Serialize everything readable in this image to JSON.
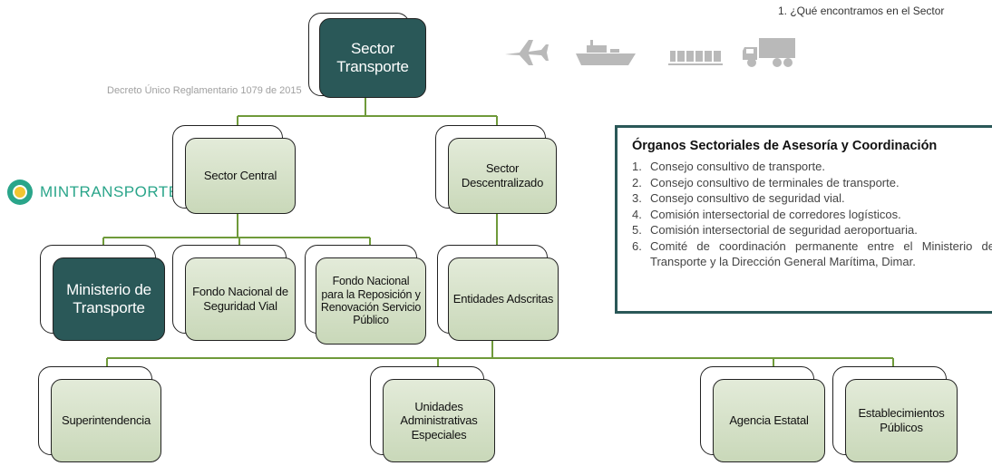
{
  "header_fragment": "1. ¿Qué encontramos en el Sector",
  "subtitle": "Decreto Único Reglamentario 1079 de 2015",
  "logo": {
    "text": "MINTRANSPORTE",
    "color": "#2aa58a"
  },
  "icons": [
    "airplane-icon",
    "ship-icon",
    "train-icon",
    "truck-icon"
  ],
  "colors": {
    "dark_node": "#2a5858",
    "light_node": "#d6e2ca",
    "connector": "#6f9a3a",
    "logo": "#2aa58a"
  },
  "nodes": {
    "root": "Sector Transporte",
    "central": "Sector Central",
    "descentralizado": "Sector Descentralizado",
    "ministerio": "Ministerio de Transporte",
    "fondo_seguridad": "Fondo Nacional de Seguridad Vial",
    "fondo_reposicion": "Fondo Nacional para la Reposición y Renovación Servicio Público",
    "adscritas": "Entidades Adscritas",
    "superintendencia": "Superintendencia",
    "unidades": "Unidades Administrativas Especiales",
    "agencia": "Agencia Estatal",
    "establecimientos": "Establecimientos Públicos"
  },
  "organos": {
    "title": "Órganos Sectoriales de Asesoría y Coordinación",
    "items": [
      {
        "num": "1.",
        "text": "Consejo consultivo de transporte."
      },
      {
        "num": "2.",
        "text": "Consejo consultivo de terminales de transporte."
      },
      {
        "num": "3.",
        "text": "Consejo consultivo de seguridad vial."
      },
      {
        "num": "4.",
        "text": "Comisión intersectorial de corredores logísticos."
      },
      {
        "num": "5.",
        "text": "Comisión intersectorial de seguridad aeroportuaria."
      },
      {
        "num": "6.",
        "text": "Comité de coordinación permanente entre el Ministerio de Transporte y la Dirección General Marítima, Dimar."
      }
    ]
  }
}
